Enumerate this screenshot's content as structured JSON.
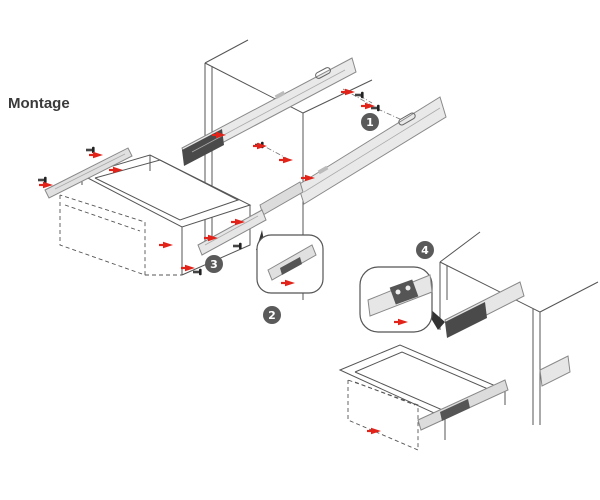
{
  "title": "Montage",
  "steps": [
    {
      "label": "1"
    },
    {
      "label": "2"
    },
    {
      "label": "3"
    },
    {
      "label": "4"
    }
  ],
  "colors": {
    "line": "#555555",
    "rail": "#8a8a8a",
    "rail_fill": "#e9e9e9",
    "rail_dark": "#4a4a4a",
    "arrow": "#e2231a",
    "badge": "#5a5a5a"
  },
  "icons": [
    "screw-icon",
    "arrow-icon",
    "magnifier-callout-icon",
    "step-badge-icon"
  ]
}
